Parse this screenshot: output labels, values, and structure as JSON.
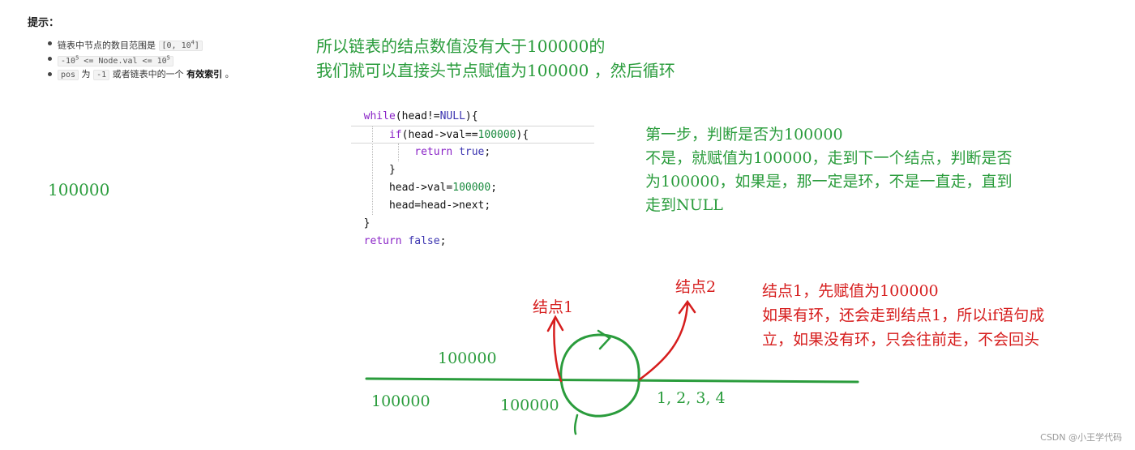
{
  "tips": {
    "title": "提示：",
    "item1_text": "链表中节点的数目范围是",
    "item1_code": "[0, 10",
    "item1_sup": "4",
    "item1_close": "]",
    "item2_a": "-10",
    "item2_sup1": "5",
    "item2_mid": " <= Node.val <= 10",
    "item2_sup2": "5",
    "item3_code1": "pos",
    "item3_t1": " 为 ",
    "item3_code2": "-1",
    "item3_t2": " 或者链表中的一个 ",
    "item3_bold": "有效索引",
    "item3_t3": " 。"
  },
  "notes": {
    "top_line1": "所以链表的结点数值没有大于100000的",
    "top_line2": "我们就可以直接头节点赋值为100000 ，然后循环",
    "left_value": "100000",
    "step_line1": "第一步，判断是否为100000",
    "step_line2": "不是，就赋值为100000，走到下一个结点，判断是否",
    "step_line3": "为100000，如果是，那一定是环，不是一直走，直到",
    "step_line4": "走到NULL",
    "node_line1": "结点1，先赋值为100000",
    "node_line2": "如果有环，还会走到结点1，所以if语句成",
    "node_line3": "立，如果没有环，只会往前走，不会回头"
  },
  "code": {
    "l1_kw": "while",
    "l1_rest": "(head!=",
    "l1_null": "NULL",
    "l1_end": "){",
    "l2_kw": "if",
    "l2_a": "(head->val==",
    "l2_num": "100000",
    "l2_end": "){",
    "l3_kw": "return",
    "l3_val": "true",
    "l3_end": ";",
    "l4": "}",
    "l5_a": "head->val=",
    "l5_num": "100000",
    "l5_end": ";",
    "l6": "head=head->next;",
    "l7": "}",
    "l8_kw": "return",
    "l8_val": "false",
    "l8_end": ";"
  },
  "diagram": {
    "node1_label": "结点1",
    "node2_label": "结点2",
    "val_above": "100000",
    "val_left": "100000",
    "val_bottom": "100000",
    "sequence": "1, 2, 3, 4"
  },
  "colors": {
    "green": "#2a9c3c",
    "red": "#d61d1d"
  },
  "watermark": "CSDN @小王学代码"
}
